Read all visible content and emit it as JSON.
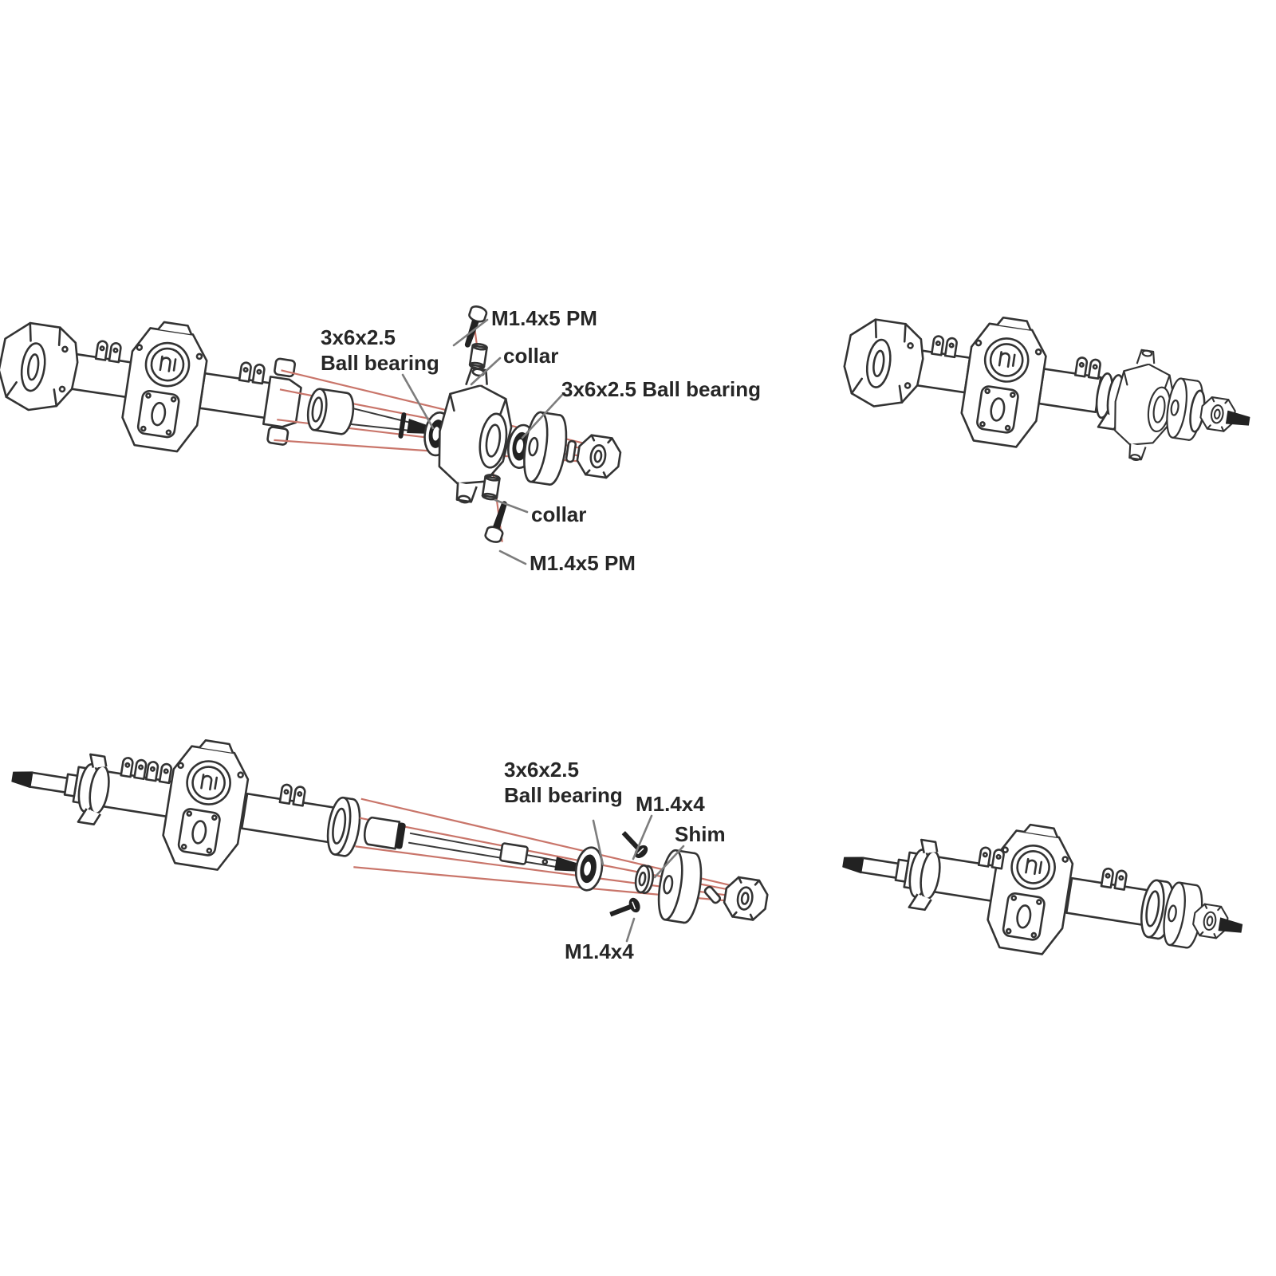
{
  "colors": {
    "background": "#ffffff",
    "line": "#333333",
    "guide_red": "#c9756a",
    "leader_gray": "#7d7d7d"
  },
  "figures": {
    "front_exploded": {
      "labels": {
        "screw_top": "M1.4x5 PM",
        "collar_top": "collar",
        "bearing_left": "3x6x2.5\nBall bearing",
        "bearing_right": "3x6x2.5 Ball bearing",
        "collar_bottom": "collar",
        "screw_bottom": "M1.4x5 PM"
      }
    },
    "rear_exploded": {
      "labels": {
        "bearing": "3x6x2.5\nBall bearing",
        "screw_top": "M1.4x4",
        "shim": "Shim",
        "screw_bottom": "M1.4x4"
      }
    }
  }
}
